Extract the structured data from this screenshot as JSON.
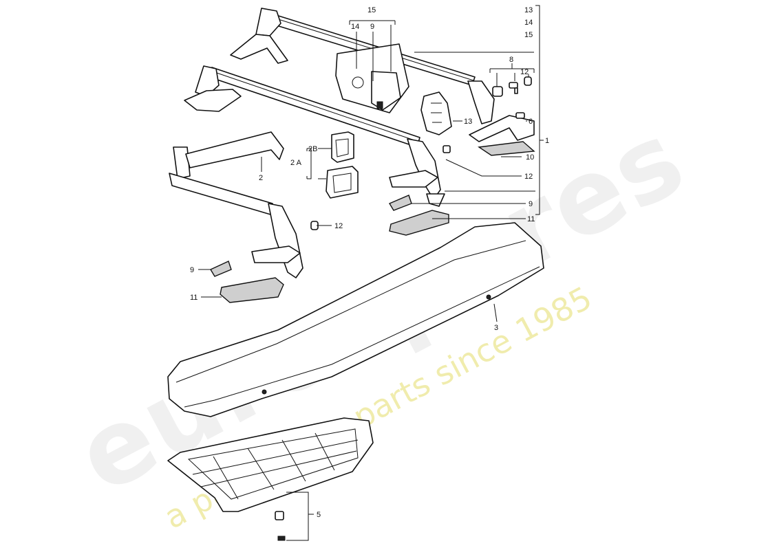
{
  "watermark": {
    "brand": "eurospares",
    "tagline": "a passion for parts since 1985"
  },
  "callouts": {
    "c1": "1",
    "c2": "2",
    "c2a": "2 A",
    "c2b": "2B",
    "c3": "3",
    "c5": "5",
    "c6": "6",
    "c8": "8",
    "c9_top": "9",
    "c9_right": "9",
    "c9_left": "9",
    "c10": "10",
    "c11_right": "11",
    "c11_left": "11",
    "c12_top": "12",
    "c12_mid": "12",
    "c12_left": "12",
    "c13_right": "13",
    "c13_col": "13",
    "c14_top": "14",
    "c14_col": "14",
    "c15_top": "15",
    "c15_col": "15"
  }
}
